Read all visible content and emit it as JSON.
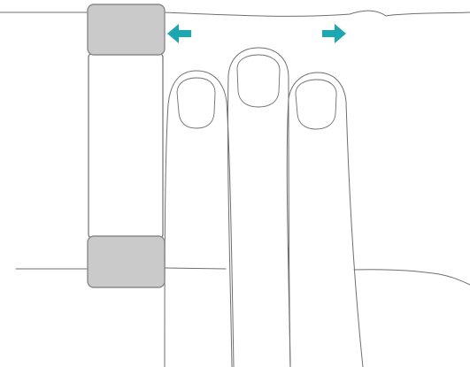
{
  "diagram": {
    "subject": "wrist-band-placement",
    "colors": {
      "background": "#ffffff",
      "outline": "#6f6f6f",
      "band_fill": "#cacaca",
      "band_stroke": "#8a8a8a",
      "screen_fill": "#ffffff",
      "arrow": "#1aa9b0"
    },
    "elements": {
      "arm": "arm-outline",
      "fingers": [
        "index-finger",
        "middle-finger",
        "ring-finger"
      ],
      "device": [
        "band-top-segment",
        "device-body",
        "band-bottom-segment"
      ],
      "arrows": [
        "left-arrow-icon",
        "right-arrow-icon"
      ]
    }
  }
}
